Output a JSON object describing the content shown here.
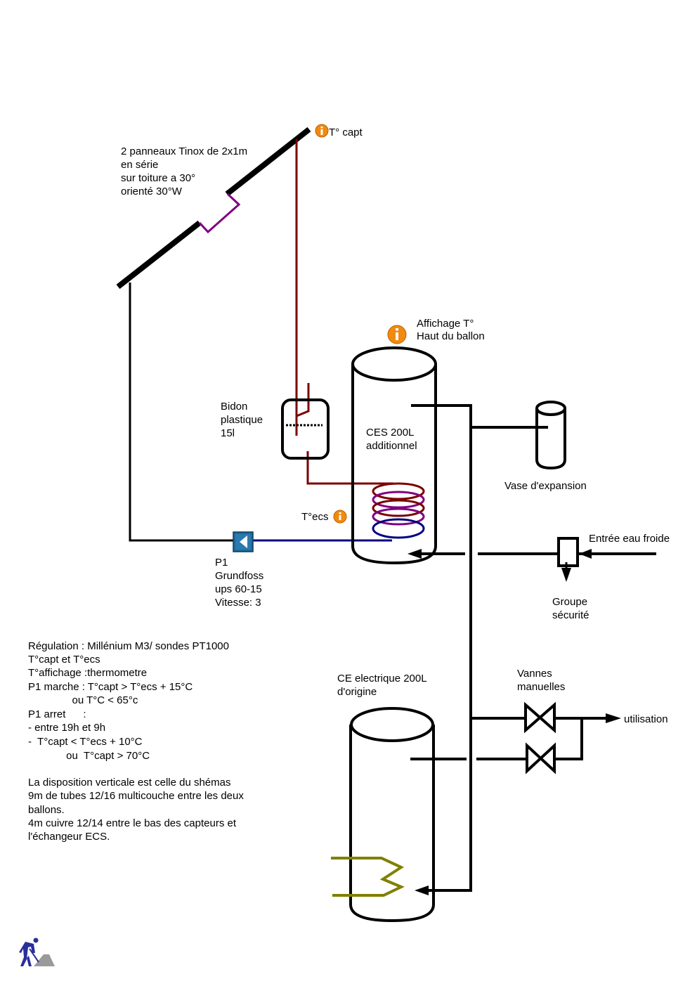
{
  "colors": {
    "pipe": "#000000",
    "hot_loop": "#7a0000",
    "panel_link": "#800080",
    "cold_loop": "#000080",
    "electric_element": "#808000",
    "sensor_badge": "#f08a10",
    "pump": "#1f6a9a",
    "worker_icon": "#2a2f9a",
    "sand_pile": "#9a9a9a"
  },
  "collectors": {
    "description": [
      "2 panneaux Tinox de 2x1m",
      "en série",
      "sur toiture a 30°",
      "orienté 30°W"
    ],
    "sensor_label": "T° capt",
    "sensor_icon": "info-icon"
  },
  "storage_tank": {
    "label": [
      "CES 200L",
      "additionnel"
    ],
    "display_label": [
      "Affichage T°",
      "Haut du ballon"
    ],
    "sensor_label": "T°ecs"
  },
  "drainback": {
    "label": [
      "Bidon",
      "plastique",
      "15l"
    ]
  },
  "pump": {
    "label": [
      "P1",
      "Grundfoss",
      "ups 60-15",
      "Vitesse: 3"
    ]
  },
  "expansion": {
    "label": "Vase d'expansion"
  },
  "cold_inlet": {
    "label": "Entrée eau froide"
  },
  "safety_group": {
    "label": [
      "Groupe",
      "sécurité"
    ]
  },
  "electric_tank": {
    "label": [
      "CE electrique 200L",
      "d'origine"
    ]
  },
  "valves": {
    "label": [
      "Vannes",
      "manuelles"
    ],
    "outlet_label": "utilisation"
  },
  "notes": {
    "regulation": [
      "Régulation : Millénium M3/ sondes PT1000",
      "T°capt et T°ecs",
      "T°affichage :thermometre",
      "P1 marche : T°capt > T°ecs + 15°C",
      "               ou T°C < 65°c",
      "P1 arret      :",
      "- entre 19h et 9h",
      "-  T°capt < T°ecs + 10°C",
      "             ou  T°capt > 70°C"
    ],
    "installation": [
      "La disposition verticale est celle du shémas",
      "9m de tubes 12/16 multicouche entre les deux",
      "ballons.",
      "4m cuivre 12/14 entre le bas des capteurs et",
      "l'échangeur ECS."
    ]
  },
  "footer_icon": "worker-digging-icon"
}
